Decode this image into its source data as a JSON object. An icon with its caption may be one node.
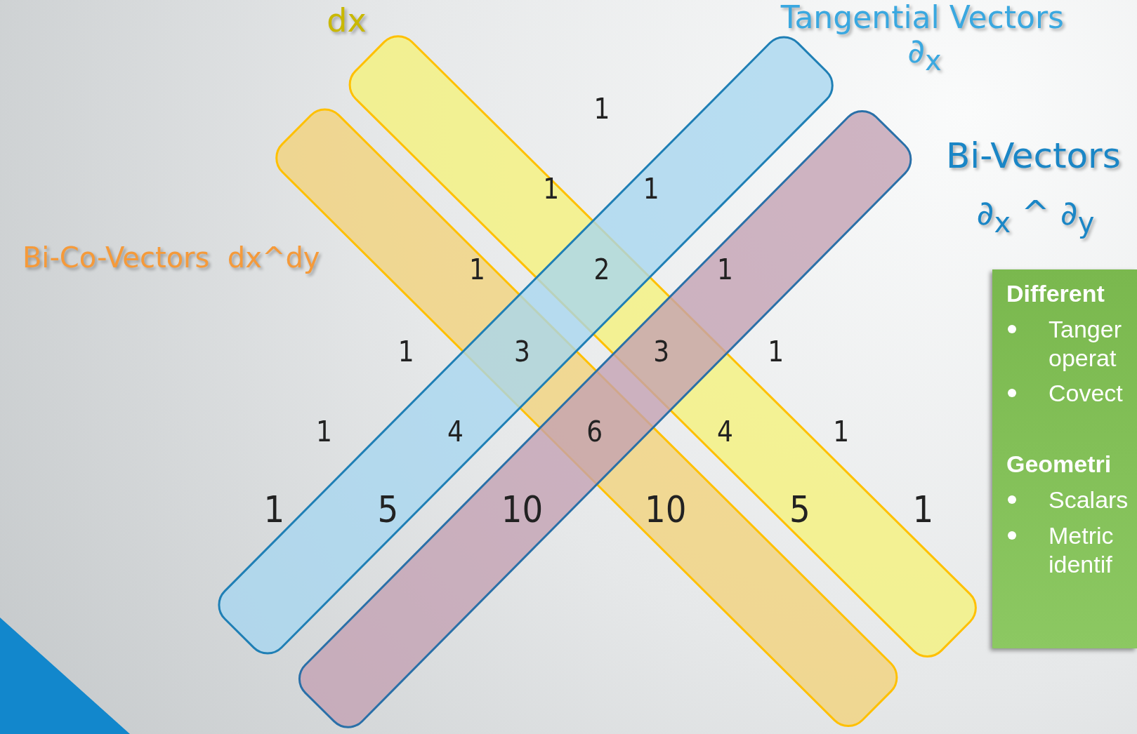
{
  "diagram": {
    "nodes": [
      {
        "text": [
          "Different",
          "Tanger operat",
          "Covect",
          "Geometri",
          "Scalars",
          "Metric identif"
        ]
      }
    ],
    "edges": [],
    "labels": [
      "dx",
      "Tangential Vectors",
      "∂$_{x}$",
      "Bi-Vectors",
      "∂$_{x}$ ^ ∂$_{y}$",
      "Bi-Co-Vectors  dx^dy",
      "1",
      "1",
      "1",
      "1",
      "2",
      "1",
      "1",
      "3",
      "3",
      "1",
      "1",
      "4",
      "6",
      "4",
      "1",
      "1",
      "5",
      "10",
      "10",
      "5",
      "1"
    ]
  }
}
